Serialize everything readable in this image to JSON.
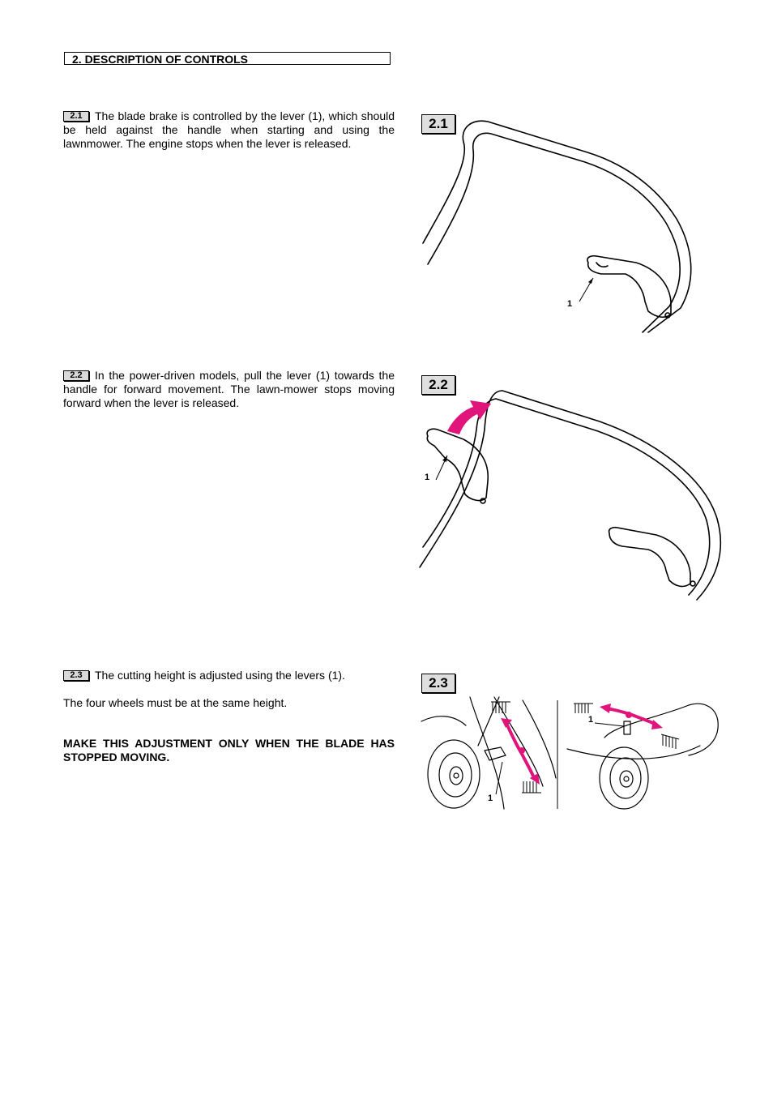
{
  "section": {
    "title": "2. DESCRIPTION OF CONTROLS"
  },
  "items": [
    {
      "tag": "2.1",
      "text": "The blade brake is controlled by the lever (1), which should be held against the handle when starting and using the lawnmower. The engine stops when the lever is released."
    },
    {
      "tag": "2.2",
      "text": "In the power-driven models, pull the lever (1) towards the handle for forward movement. The lawn-mower stops moving forward when the lever is released."
    },
    {
      "tag": "2.3",
      "text": "The cutting height is adjusted using the levers (1)."
    }
  ],
  "note": "The four wheels must be at the same height.",
  "warning": "MAKE THIS ADJUSTMENT ONLY WHEN THE BLADE HAS STOPPED MOVING.",
  "figures": [
    {
      "label": "2.1",
      "callout": "1"
    },
    {
      "label": "2.2",
      "callout": "1"
    },
    {
      "label": "2.3",
      "callout_left": "1",
      "callout_right": "1"
    }
  ],
  "colors": {
    "accent": "#e0147a",
    "line": "#000000"
  }
}
